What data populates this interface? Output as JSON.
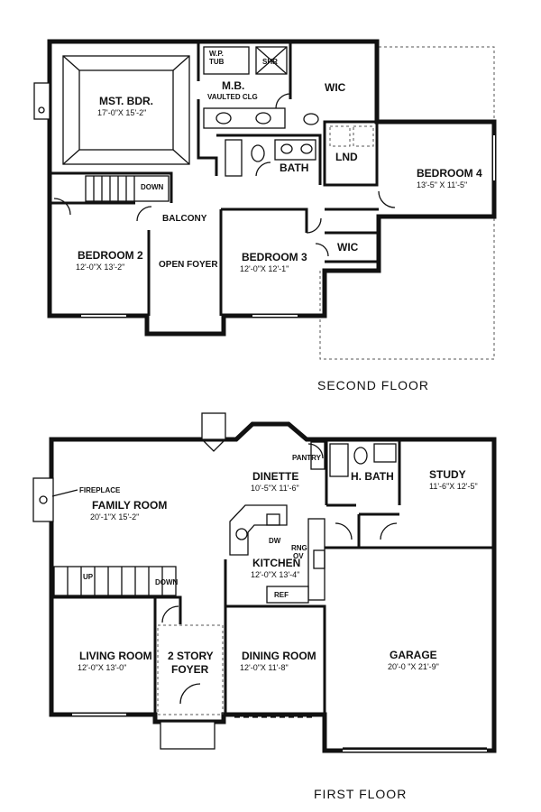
{
  "second_floor": {
    "caption": "SECOND FLOOR",
    "rooms": {
      "master_bedroom": {
        "name": "MST. BDR.",
        "dims": "17'-0\"X 15'-2\""
      },
      "wp_tub": {
        "line1": "W.P.",
        "line2": "TUB"
      },
      "shower": {
        "name": "SHR"
      },
      "master_bath": {
        "name": "M.B.",
        "note": "VAULTED CLG"
      },
      "wic_upper": {
        "name": "WIC"
      },
      "bath": {
        "name": "BATH"
      },
      "laundry": {
        "name": "LND"
      },
      "bedroom4": {
        "name": "BEDROOM 4",
        "dims": "13'-5\" X 11'-5\""
      },
      "stair_down": {
        "name": "DOWN"
      },
      "balcony": {
        "name": "BALCONY"
      },
      "bedroom2": {
        "name": "BEDROOM 2",
        "dims": "12'-0\"X 13'-2\""
      },
      "open_foyer": {
        "name": "OPEN FOYER"
      },
      "bedroom3": {
        "name": "BEDROOM 3",
        "dims": "12'-0\"X 12'-1\""
      },
      "wic_lower": {
        "name": "WIC"
      }
    }
  },
  "first_floor": {
    "caption": "FIRST FLOOR",
    "rooms": {
      "pantry": {
        "name": "PANTRY"
      },
      "dinette": {
        "name": "DINETTE",
        "dims": "10'-5\"X 11'-6\""
      },
      "half_bath": {
        "name": "H. BATH"
      },
      "study": {
        "name": "STUDY",
        "dims": "11'-6\"X 12'-5\""
      },
      "fireplace": {
        "name": "FIREPLACE"
      },
      "family_room": {
        "name": "FAMILY ROOM",
        "dims": "20'-1\"X 15'-2\""
      },
      "dishwasher": {
        "name": "DW"
      },
      "range": {
        "line1": "RNG",
        "line2": "OV"
      },
      "kitchen": {
        "name": "KITCHEN",
        "dims": "12'-0\"X 13'-4\""
      },
      "refrigerator": {
        "name": "REF"
      },
      "stair_up": {
        "name": "UP"
      },
      "stair_down": {
        "name": "DOWN"
      },
      "living_room": {
        "name": "LIVING ROOM",
        "dims": "12'-0\"X 13'-0\""
      },
      "foyer": {
        "line1": "2 STORY",
        "line2": "FOYER"
      },
      "dining_room": {
        "name": "DINING ROOM",
        "dims": "12'-0\"X 11'-8\""
      },
      "garage": {
        "name": "GARAGE",
        "dims": "20'-0 \"X 21'-9\""
      }
    }
  }
}
